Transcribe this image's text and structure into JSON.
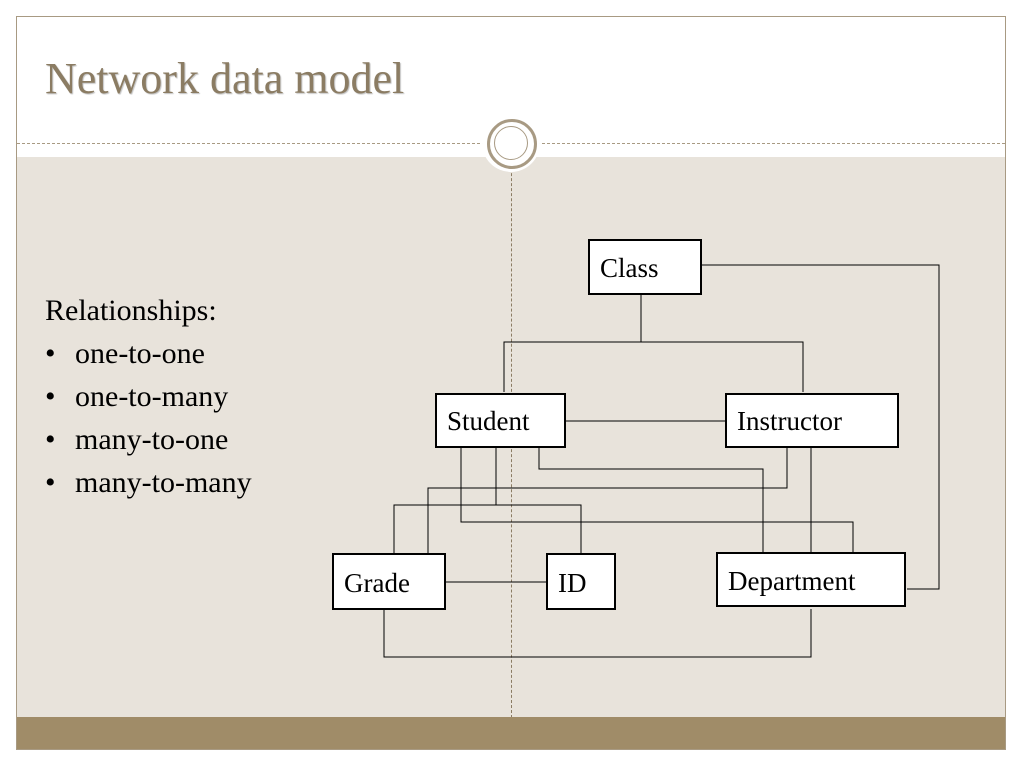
{
  "slide": {
    "title": "Network data model"
  },
  "relationships": {
    "heading": "Relationships:",
    "bullet_glyph": "•",
    "items": [
      "one-to-one",
      "one-to-many",
      "many-to-one",
      "many-to-many"
    ]
  },
  "diagram": {
    "nodes": {
      "class": "Class",
      "student": "Student",
      "instructor": "Instructor",
      "grade": "Grade",
      "id": "ID",
      "department": "Department"
    }
  },
  "colors": {
    "title": "#8b7c63",
    "content_bg": "#e8e3db",
    "footer": "#a08c68",
    "accent": "#a89a83"
  }
}
